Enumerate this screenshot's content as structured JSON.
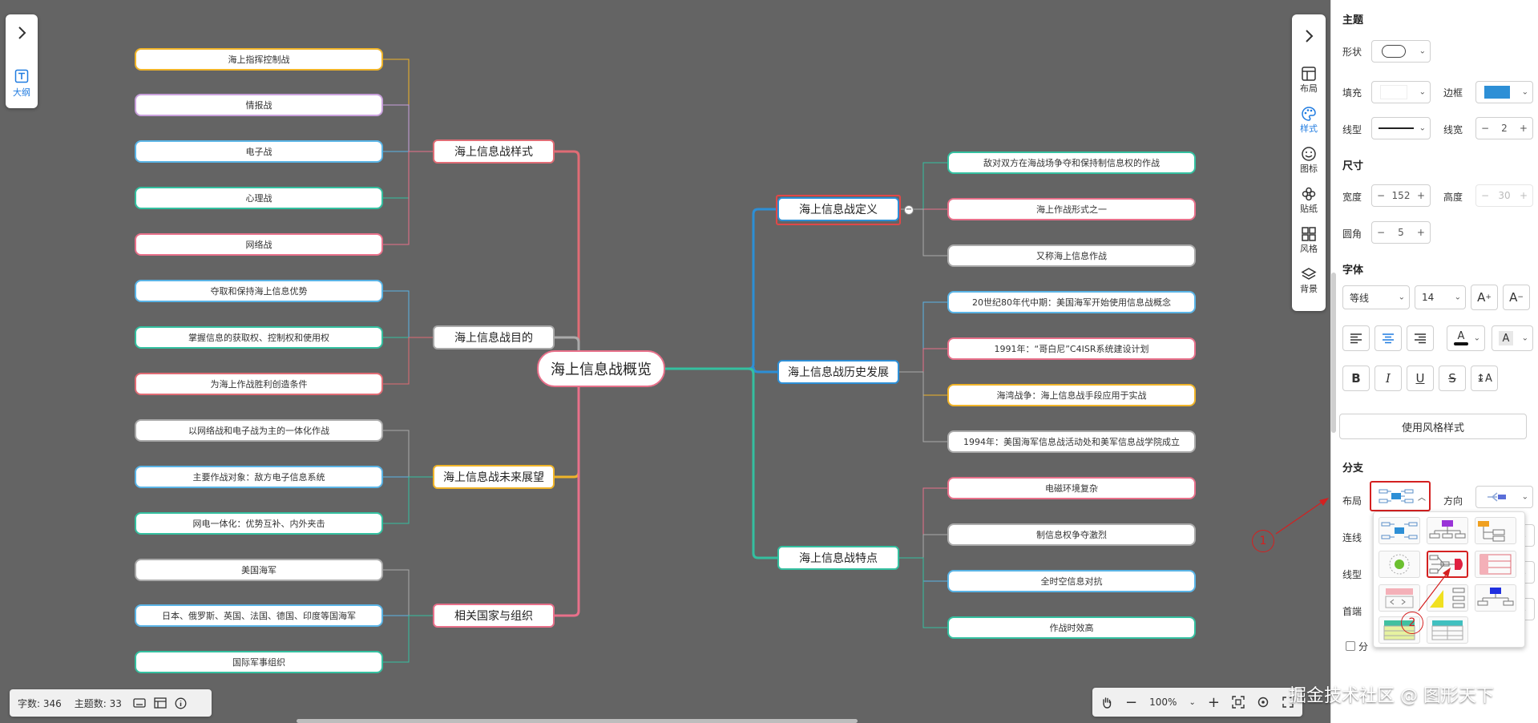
{
  "mindmap": {
    "root": "海上信息战概览",
    "left_branches": [
      {
        "label": "海上信息战样式",
        "color": "#e06c75",
        "children": [
          {
            "label": "海上指挥控制战",
            "color": "#f0b429"
          },
          {
            "label": "情报战",
            "color": "#c9a0dc"
          },
          {
            "label": "电子战",
            "color": "#5ab4e6"
          },
          {
            "label": "心理战",
            "color": "#34c0a0"
          },
          {
            "label": "网络战",
            "color": "#e8708a"
          }
        ]
      },
      {
        "label": "海上信息战目的",
        "color": "#aaaaaa",
        "children": [
          {
            "label": "夺取和保持海上信息优势",
            "color": "#5ab4e6"
          },
          {
            "label": "掌握信息的获取权、控制权和使用权",
            "color": "#34c0a0"
          },
          {
            "label": "为海上作战胜利创造条件",
            "color": "#e06c75"
          }
        ]
      },
      {
        "label": "海上信息战未来展望",
        "color": "#f0b429",
        "children": [
          {
            "label": "以网络战和电子战为主的一体化作战",
            "color": "#aaaaaa"
          },
          {
            "label": "主要作战对象：敌方电子信息系统",
            "color": "#5ab4e6"
          },
          {
            "label": "网电一体化：优势互补、内外夹击",
            "color": "#34c0a0"
          }
        ]
      },
      {
        "label": "相关国家与组织",
        "color": "#e8708a",
        "children": [
          {
            "label": "美国海军",
            "color": "#aaaaaa"
          },
          {
            "label": "日本、俄罗斯、英国、法国、德国、印度等国海军",
            "color": "#5ab4e6"
          },
          {
            "label": "国际军事组织",
            "color": "#34c0a0"
          }
        ]
      }
    ],
    "right_branches": [
      {
        "label": "海上信息战定义",
        "color": "#2d8fd6",
        "children": [
          {
            "label": "敌对双方在海战场争夺和保持制信息权的作战",
            "color": "#34c0a0"
          },
          {
            "label": "海上作战形式之一",
            "color": "#e8708a"
          },
          {
            "label": "又称海上信息作战",
            "color": "#aaaaaa"
          }
        ]
      },
      {
        "label": "海上信息战历史发展",
        "color": "#2d8fd6",
        "children": [
          {
            "label": "20世纪80年代中期：美国海军开始使用信息战概念",
            "color": "#5ab4e6"
          },
          {
            "label": "1991年：“哥白尼”C4ISR系统建设计划",
            "color": "#e8708a"
          },
          {
            "label": "海湾战争：海上信息战手段应用于实战",
            "color": "#f0b429"
          },
          {
            "label": "1994年：美国海军信息战活动处和美军信息战学院成立",
            "color": "#aaaaaa"
          }
        ]
      },
      {
        "label": "海上信息战特点",
        "color": "#34c0a0",
        "children": [
          {
            "label": "电磁环境复杂",
            "color": "#e8708a"
          },
          {
            "label": "制信息权争夺激烈",
            "color": "#aaaaaa"
          },
          {
            "label": "全时空信息对抗",
            "color": "#5ab4e6"
          },
          {
            "label": "作战时效高",
            "color": "#34c0a0"
          }
        ]
      }
    ]
  },
  "left_toolbar": {
    "outline_label": "大纲"
  },
  "right_toolbar": {
    "items": [
      {
        "label": "布局",
        "icon": "layout-icon"
      },
      {
        "label": "样式",
        "icon": "palette-icon"
      },
      {
        "label": "图标",
        "icon": "smiley-icon"
      },
      {
        "label": "贴纸",
        "icon": "sticker-icon"
      },
      {
        "label": "风格",
        "icon": "grid-icon"
      },
      {
        "label": "背景",
        "icon": "layers-icon"
      }
    ],
    "active": "样式"
  },
  "panel": {
    "theme_title": "主题",
    "shape_label": "形状",
    "fill_label": "填充",
    "border_label": "边框",
    "border_color": "#2d8fd6",
    "line_type_label": "线型",
    "line_width_label": "线宽",
    "line_width_value": "2",
    "size_title": "尺寸",
    "width_label": "宽度",
    "width_value": "152",
    "height_label": "高度",
    "height_value": "30",
    "radius_label": "圆角",
    "radius_value": "5",
    "font_title": "字体",
    "font_family": "等线",
    "font_size": "14",
    "use_style_button": "使用风格样式",
    "branch_title": "分支",
    "layout_label": "布局",
    "direction_label": "方向",
    "connector_label": "连线",
    "line_label": "线型",
    "first_label": "首端",
    "checkbox_label": "分"
  },
  "status": {
    "word_count": "字数: 346",
    "topic_count": "主题数: 33",
    "zoom": "100%"
  },
  "annotations": {
    "one": "1",
    "two": "2"
  },
  "watermark": "掘金技术社区 @ 图形天下",
  "colors": {
    "canvas_bg": "#646464",
    "accent": "#1f7be0",
    "annotation_red": "#d42020"
  }
}
